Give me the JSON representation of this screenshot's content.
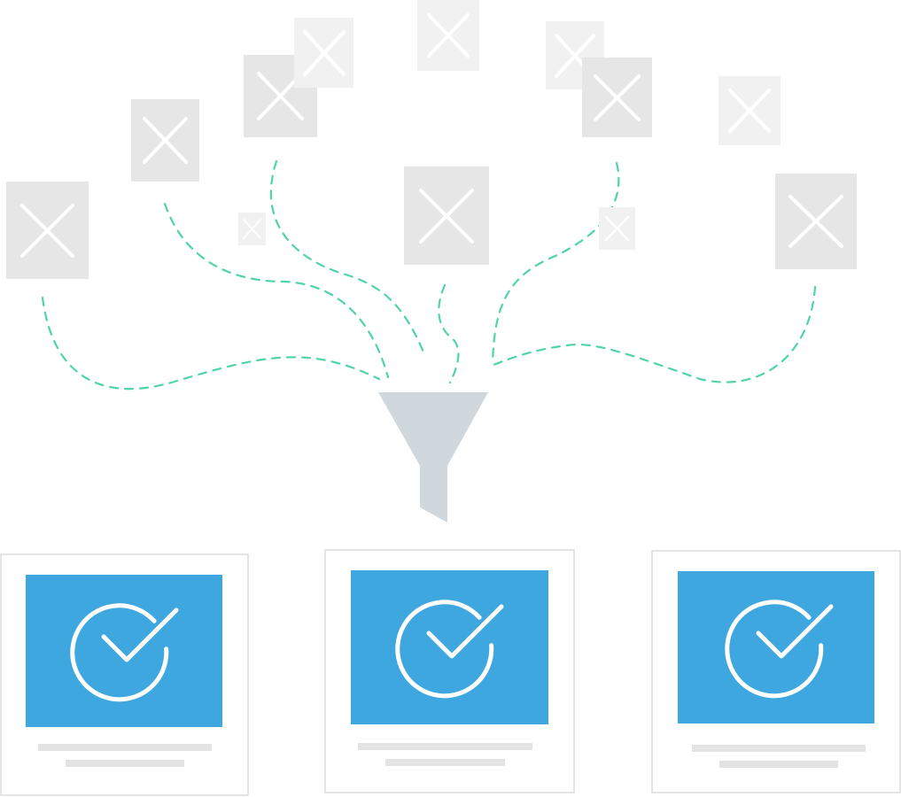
{
  "colors": {
    "rejected_tile": "#e6e6e6",
    "rejected_tile_faded": "#f1f1f1",
    "flow_line": "#4fd4a4",
    "funnel": "#d0d8de",
    "accepted_panel": "#3ea7e0",
    "placeholder_text_line": "#e3e3e3"
  },
  "rejected_items": [
    {
      "icon": "x-icon",
      "style": "solid"
    },
    {
      "icon": "x-icon",
      "style": "solid"
    },
    {
      "icon": "x-icon",
      "style": "solid"
    },
    {
      "icon": "x-icon",
      "style": "faded"
    },
    {
      "icon": "x-icon",
      "style": "faded"
    },
    {
      "icon": "x-icon",
      "style": "faded"
    },
    {
      "icon": "x-icon",
      "style": "solid"
    },
    {
      "icon": "x-icon",
      "style": "faded"
    },
    {
      "icon": "x-icon",
      "style": "solid"
    },
    {
      "icon": "x-icon",
      "style": "solid"
    },
    {
      "icon": "x-icon",
      "style": "faded"
    },
    {
      "icon": "x-icon",
      "style": "faded"
    }
  ],
  "filter": {
    "icon": "funnel-icon"
  },
  "accepted_items": [
    {
      "icon": "check-circle-icon",
      "text_lines": 2
    },
    {
      "icon": "check-circle-icon",
      "text_lines": 2
    },
    {
      "icon": "check-circle-icon",
      "text_lines": 2
    }
  ]
}
